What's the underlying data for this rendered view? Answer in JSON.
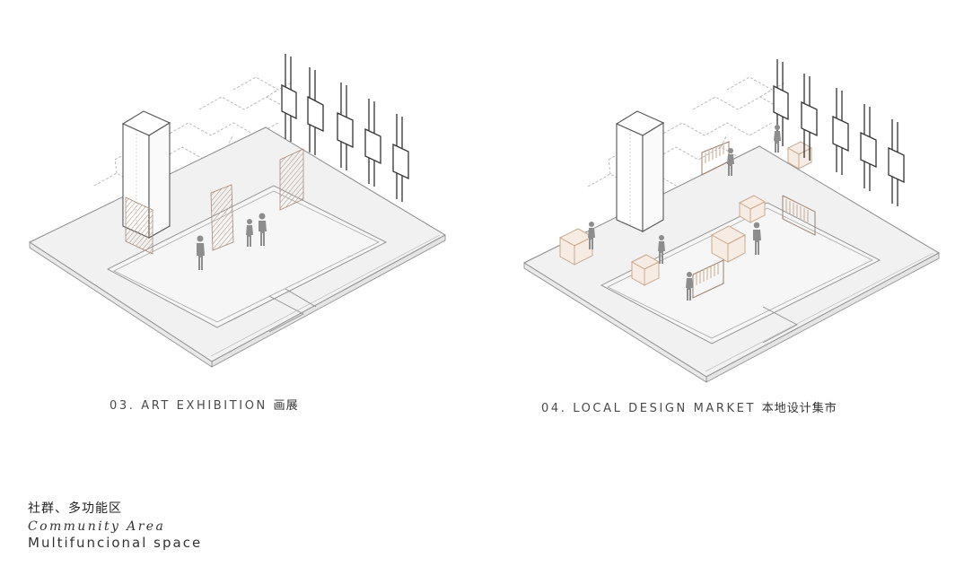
{
  "diagrams": [
    {
      "caption": "03. ART EXHIBITION",
      "caption_cn": "画展"
    },
    {
      "caption": "04. LOCAL DESIGN MARKET",
      "caption_cn": "本地设计集市"
    }
  ],
  "legend": {
    "title_cn": "社群、多功能区",
    "title_en_italic": "Community Area",
    "subtitle": "Multifuncional space"
  },
  "colors": {
    "floor": "#f1f1f1",
    "line": "#8a8a8a",
    "dashed": "#b4b4b4",
    "figure": "#8d8d8d",
    "furniture": "#c9a98e",
    "hatch": "#b89a86"
  }
}
